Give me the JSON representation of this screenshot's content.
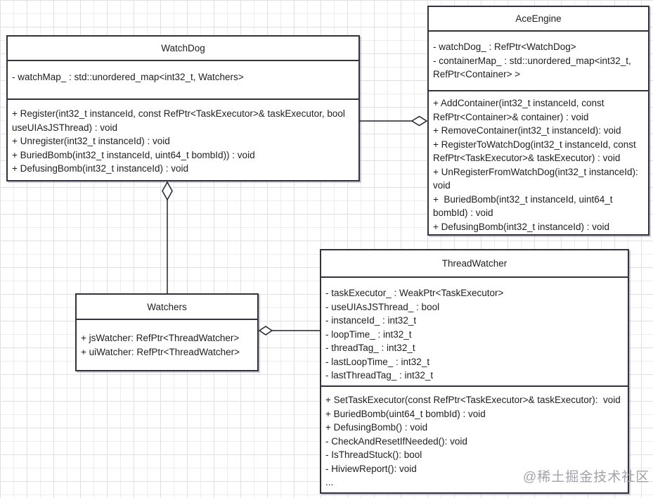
{
  "watermark": "@稀土掘金技术社区",
  "classes": {
    "watchdog": {
      "name": "WatchDog",
      "attributes": [
        "- watchMap_ : std::unordered_map<int32_t, Watchers>"
      ],
      "methods": [
        "+ Register(int32_t instanceId, const RefPtr<TaskExecutor>& taskExecutor, bool useUIAsJSThread) : void",
        "+ Unregister(int32_t instanceId) : void",
        "+ BuriedBomb(int32_t instanceId, uint64_t bombId)) : void",
        "+ DefusingBomb(int32_t instanceId) : void"
      ]
    },
    "aceengine": {
      "name": "AceEngine",
      "attributes": [
        "- watchDog_ : RefPtr<WatchDog>",
        "- containerMap_ : std::unordered_map<int32_t, RefPtr<Container> >"
      ],
      "methods": [
        "+ AddContainer(int32_t instanceId, const RefPtr<Container>& container) : void",
        "+ RemoveContainer(int32_t instanceId): void",
        "+ RegisterToWatchDog(int32_t instanceId, const RefPtr<TaskExecutor>& taskExecutor) : void",
        "+ UnRegisterFromWatchDog(int32_t instanceId): void",
        "+  BuriedBomb(int32_t instanceId, uint64_t bombId) : void",
        "+ DefusingBomb(int32_t instanceId) : void"
      ]
    },
    "watchers": {
      "name": "Watchers",
      "attributes": [
        "+ jsWatcher: RefPtr<ThreadWatcher>",
        "+ uiWatcher: RefPtr<ThreadWatcher>"
      ]
    },
    "threadwatcher": {
      "name": "ThreadWatcher",
      "attributes": [
        "- taskExecutor_ : WeakPtr<TaskExecutor>",
        "- useUIAsJSThread_ : bool",
        "- instanceId_ : int32_t",
        "- loopTime_ : int32_t",
        "- threadTag_ : int32_t",
        "- lastLoopTime_ : int32_t",
        "- lastThreadTag_ : int32_t"
      ],
      "methods": [
        "+ SetTaskExecutor(const RefPtr<TaskExecutor>& taskExecutor):  void",
        "+ BuriedBomb(uint64_t bombId) : void",
        "+ DefusingBomb() : void",
        "- CheckAndResetIfNeeded(): void",
        "- IsThreadStuck(): bool",
        "- HiviewReport(): void",
        "..."
      ]
    }
  },
  "relations": [
    {
      "from": "WatchDog",
      "to": "AceEngine",
      "type": "aggregation",
      "diamond_at": "AceEngine"
    },
    {
      "from": "Watchers",
      "to": "WatchDog",
      "type": "aggregation",
      "diamond_at": "WatchDog"
    },
    {
      "from": "ThreadWatcher",
      "to": "Watchers",
      "type": "aggregation",
      "diamond_at": "Watchers"
    }
  ]
}
